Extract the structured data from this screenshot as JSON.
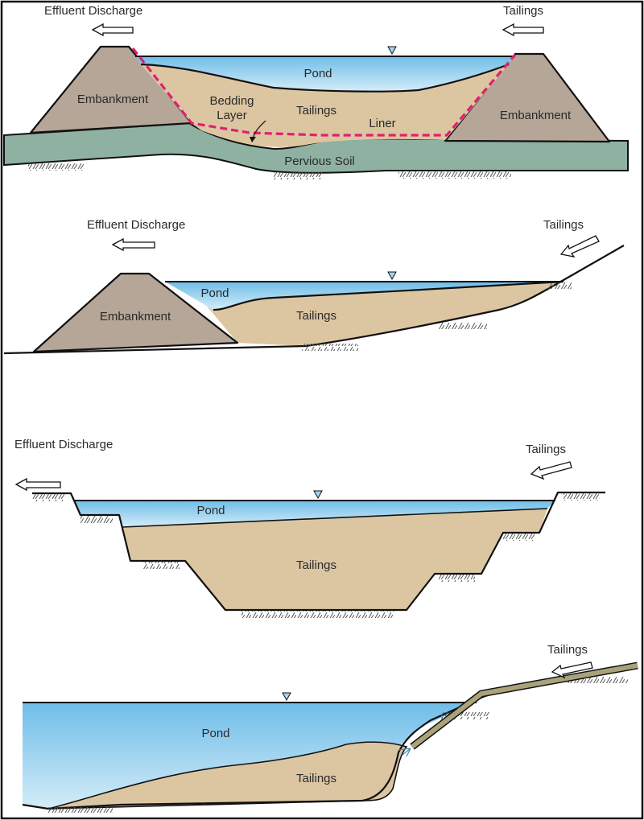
{
  "colors": {
    "embankment": "#b5a697",
    "tailings": "#dcc6a2",
    "pond_top": "#6fbde8",
    "pond_bottom": "#d4ecf8",
    "pervious_soil": "#8fb1a1",
    "liner": "#e0206f",
    "pipe": "#aaa27a"
  },
  "panels": [
    {
      "effluent": "Effluent Discharge",
      "tailings_in": "Tailings",
      "pond": "Pond",
      "tailings": "Tailings",
      "embankment_left": "Embankment",
      "embankment_right": "Embankment",
      "bedding_1": "Bedding",
      "bedding_2": "Layer",
      "liner": "Liner",
      "soil": "Pervious Soil"
    },
    {
      "effluent": "Effluent Discharge",
      "tailings_in": "Tailings",
      "pond": "Pond",
      "tailings": "Tailings",
      "embankment": "Embankment"
    },
    {
      "effluent": "Effluent Discharge",
      "tailings_in": "Tailings",
      "pond": "Pond",
      "tailings": "Tailings"
    },
    {
      "tailings_in": "Tailings",
      "pond": "Pond",
      "tailings": "Tailings"
    }
  ]
}
